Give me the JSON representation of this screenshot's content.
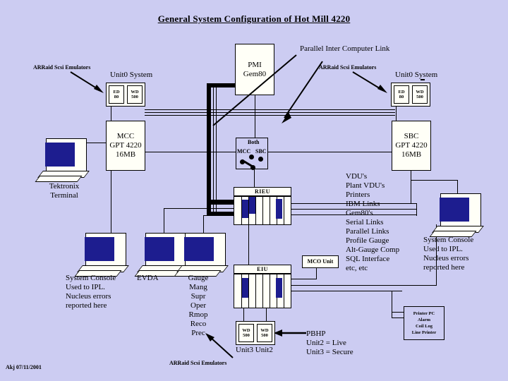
{
  "title": "General System Configuration of Hot Mill 4220",
  "background_color": "#ccccf2",
  "accent_color": "#1d1d8f",
  "labels": {
    "parallel_link": "Parallel Inter Computer Link",
    "emulators_left": "ARRaid Scsi Emulators",
    "emulators_mid": "ARRaid Scsi Emulators",
    "emulators_bottom": "ARRaid Scsi Emulators",
    "unit0_left": "Unit0  System",
    "unit0_right": "Unit0  System",
    "tektronix": "Tektronix\nTerminal",
    "console_left": "System Console\nUsed to IPL.\nNucleus errors\nreported here",
    "console_right": "System Console\nUsed to IPL.\nNucleus errors\nreported here",
    "evda": "EVDA",
    "gauge_stack": "Gauge\nMang\nSupr\nOper\nRmop\nReco\nPrec",
    "unit3_unit2": "Unit3 Unit2",
    "pbhp": "PBHP\nUnit2 = Live\nUnit3 = Secure",
    "signature": "Akj 07/11/2001"
  },
  "boxes": {
    "pmi": "PMI\nGem80",
    "mcc": "MCC\nGPT 4220\n16MB",
    "sbc": "SBC\nGPT 4220\n16MB",
    "rieu": "RIEU",
    "eiu": "EIU",
    "mco_unit": "MCO Unit",
    "printer_pc": "Printer PC\nAlarm\nCoil Log\nLine Printer"
  },
  "switch_box": {
    "top_label": "Both",
    "left_label": "MCC",
    "right_label": "SBC"
  },
  "drives": {
    "left_unit0": [
      {
        "line1": "ED",
        "line2": "80"
      },
      {
        "line1": "WD",
        "line2": "500"
      }
    ],
    "right_unit0": [
      {
        "line1": "ED",
        "line2": "80"
      },
      {
        "line1": "WD",
        "line2": "500"
      }
    ],
    "bottom_units": [
      {
        "line1": "WD",
        "line2": "500"
      },
      {
        "line1": "WD",
        "line2": "500"
      }
    ]
  },
  "peripheral_list": [
    "VDU's",
    "Plant VDU's",
    "Printers",
    "IBM Links",
    "Gem80's",
    "Serial Links",
    "Parallel Links",
    "Profile Gauge",
    "Alt-Gauge Comp",
    "SQL Interface",
    "etc, etc"
  ]
}
